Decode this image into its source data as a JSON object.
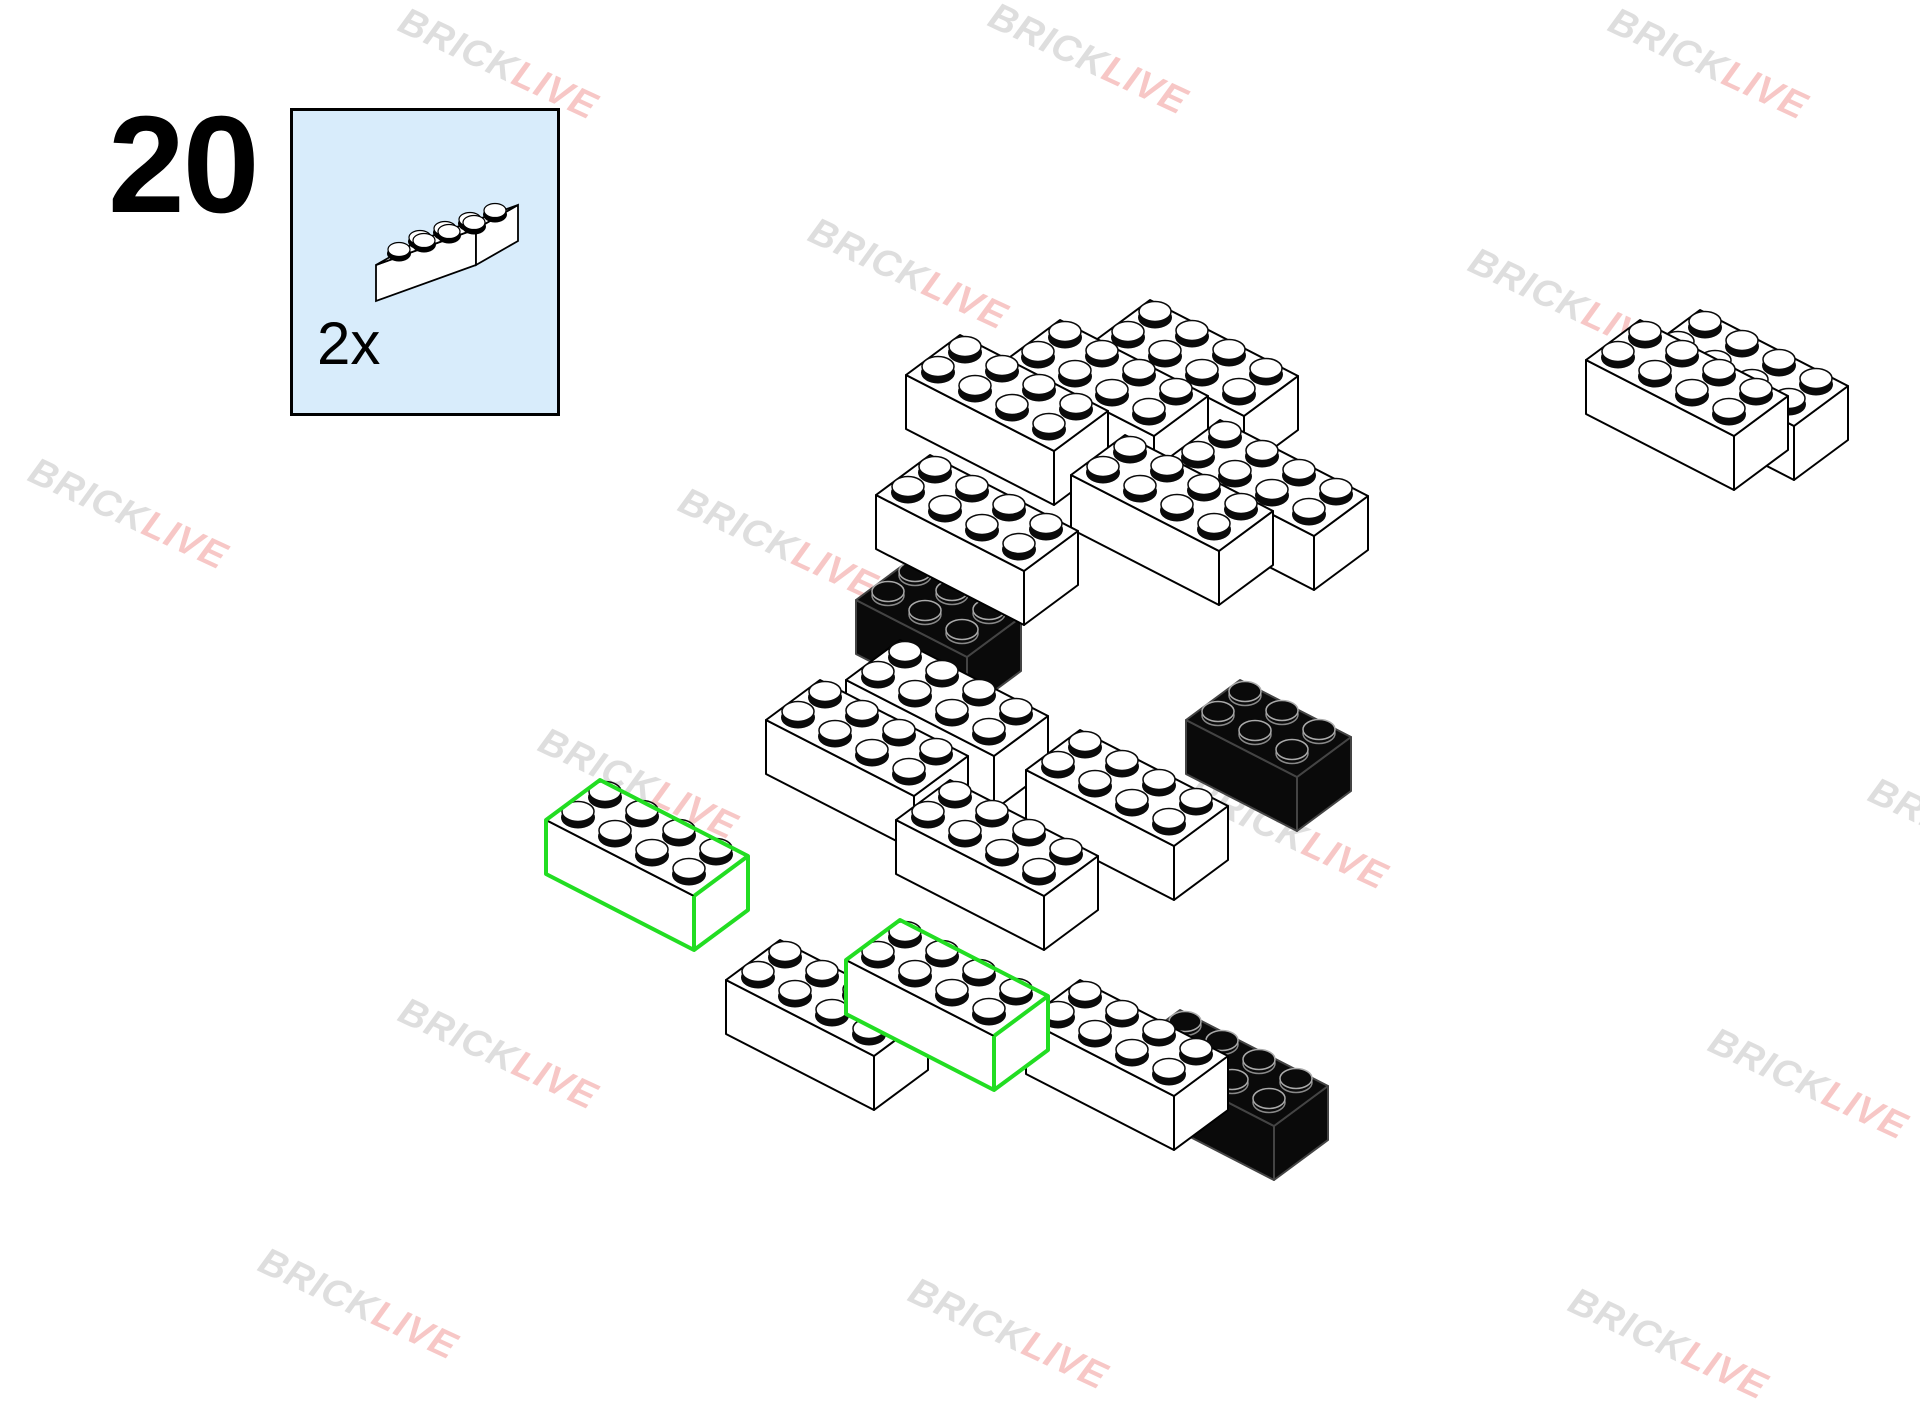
{
  "step": {
    "number": "20"
  },
  "parts_callout": {
    "quantity": "2x",
    "part": "brick-2x4-white"
  },
  "watermark": {
    "part1": "BRICK",
    "part2": "LIVE"
  },
  "colors": {
    "callout_background": "#d8ecfb",
    "highlight": "#22dd22",
    "brick_white": "#ffffff",
    "brick_black": "#0a0a0a"
  }
}
